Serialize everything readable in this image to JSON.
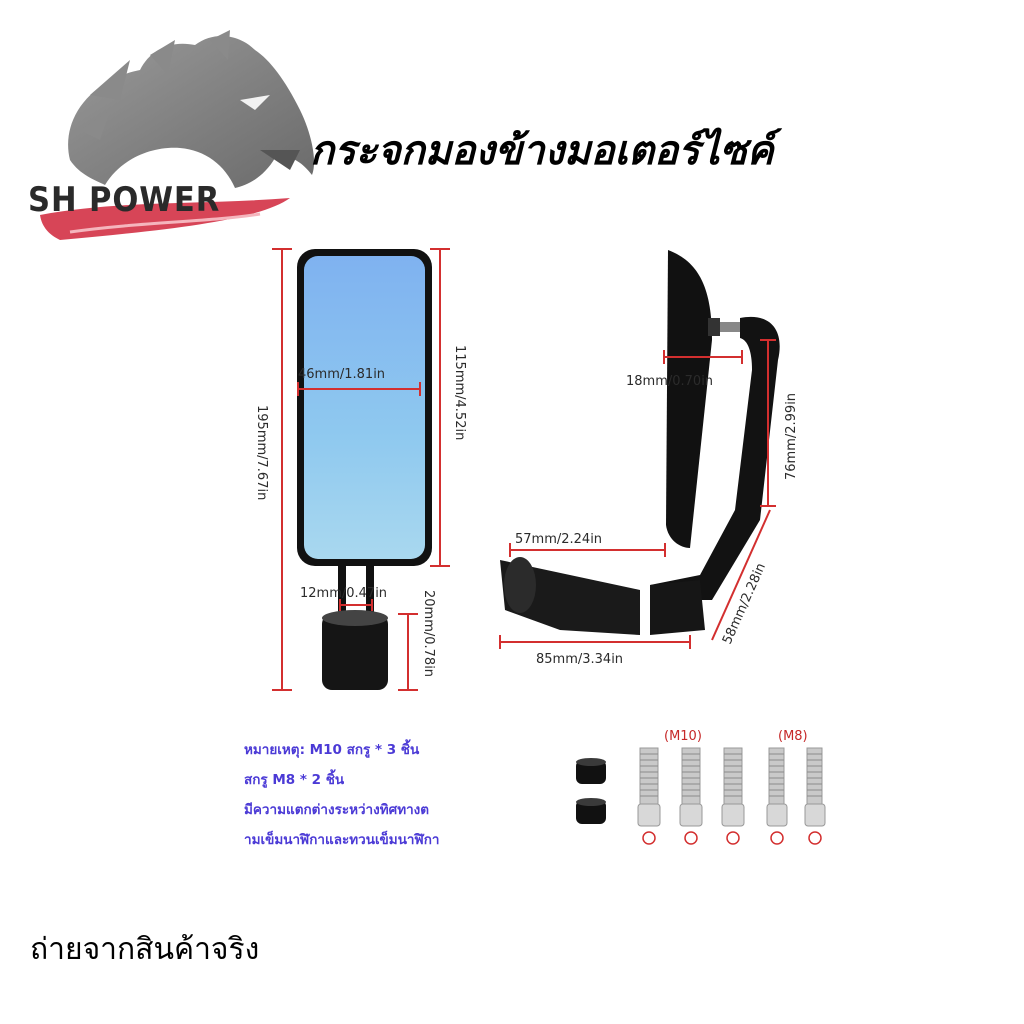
{
  "brand": {
    "name": "SH POWER"
  },
  "title": "กระจกมองข้างมอเตอร์ไซค์",
  "dimensions": {
    "front_width": "46mm/1.81in",
    "front_glass_height": "115mm/4.52in",
    "front_total_height": "195mm/7.67in",
    "front_stem_width": "12mm/0.47in",
    "front_base_height": "20mm/0.78in",
    "side_thickness": "18mm/0.70in",
    "side_arm_upper": "76mm/2.99in",
    "side_arm_top_length": "57mm/2.24in",
    "side_arm_lower": "58mm/2.28in",
    "side_total_length": "85mm/3.34in"
  },
  "notes": [
    "หมายเหตุ: M10 สกรู * 3 ชิ้น",
    "สกรู M8 * 2 ชิ้น",
    "มีความแตกต่างระหว่างทิศทางต",
    "ามเข็มนาฬิกาและทวนเข็มนาฬิกา"
  ],
  "bolt_labels": {
    "m10": "(M10)",
    "m8": "(M8)"
  },
  "footer": "ถ่ายจากสินค้าจริง",
  "colors": {
    "dimension_line": "#d32f2f",
    "note_text": "#4b3ad6",
    "brand_red": "#d0253a"
  }
}
